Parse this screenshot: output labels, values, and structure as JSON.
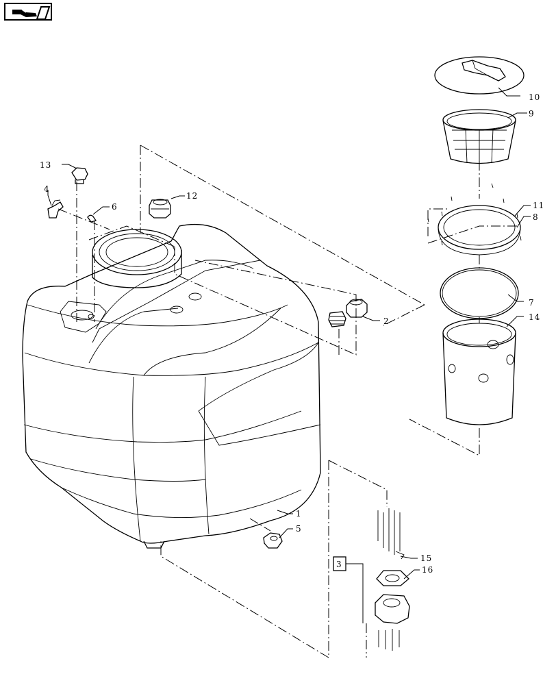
{
  "nav": {
    "icon": "page-turn-icon"
  },
  "callouts": {
    "c1": "1",
    "c2": "2",
    "c3": "3",
    "c4": "4",
    "c5": "5",
    "c6": "6",
    "c7": "7",
    "c8": "8",
    "c9": "9",
    "c10": "10",
    "c11": "11",
    "c12": "12",
    "c13": "13",
    "c14": "14",
    "c15": "15",
    "c16": "16"
  }
}
